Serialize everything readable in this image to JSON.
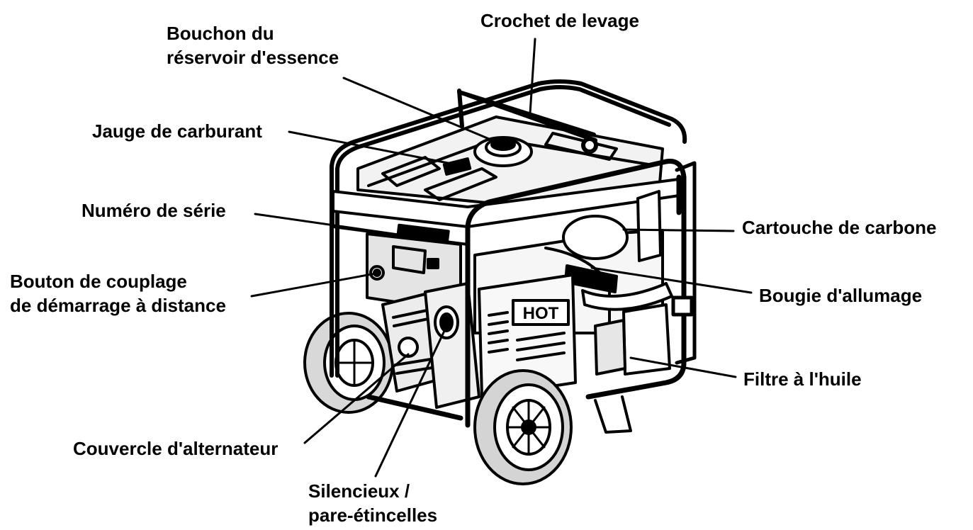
{
  "diagram": {
    "colors": {
      "ink": "#000000",
      "paper": "#ffffff",
      "shade": "#e6e6e6"
    },
    "labels": {
      "crochet": "Crochet de levage",
      "bouchon": [
        "Bouchon du",
        "réservoir d'essence"
      ],
      "jauge": "Jauge de carburant",
      "serie": "Numéro de série",
      "bouton": [
        "Bouton de couplage",
        "de démarrage à distance"
      ],
      "cartouche": "Cartouche de carbone",
      "bougie": "Bougie d'allumage",
      "filtre": "Filtre à l'huile",
      "couvercle": "Couvercle d'alternateur",
      "silencieux": [
        "Silencieux /",
        "pare-étincelles"
      ]
    },
    "badge_text": "HOT"
  }
}
